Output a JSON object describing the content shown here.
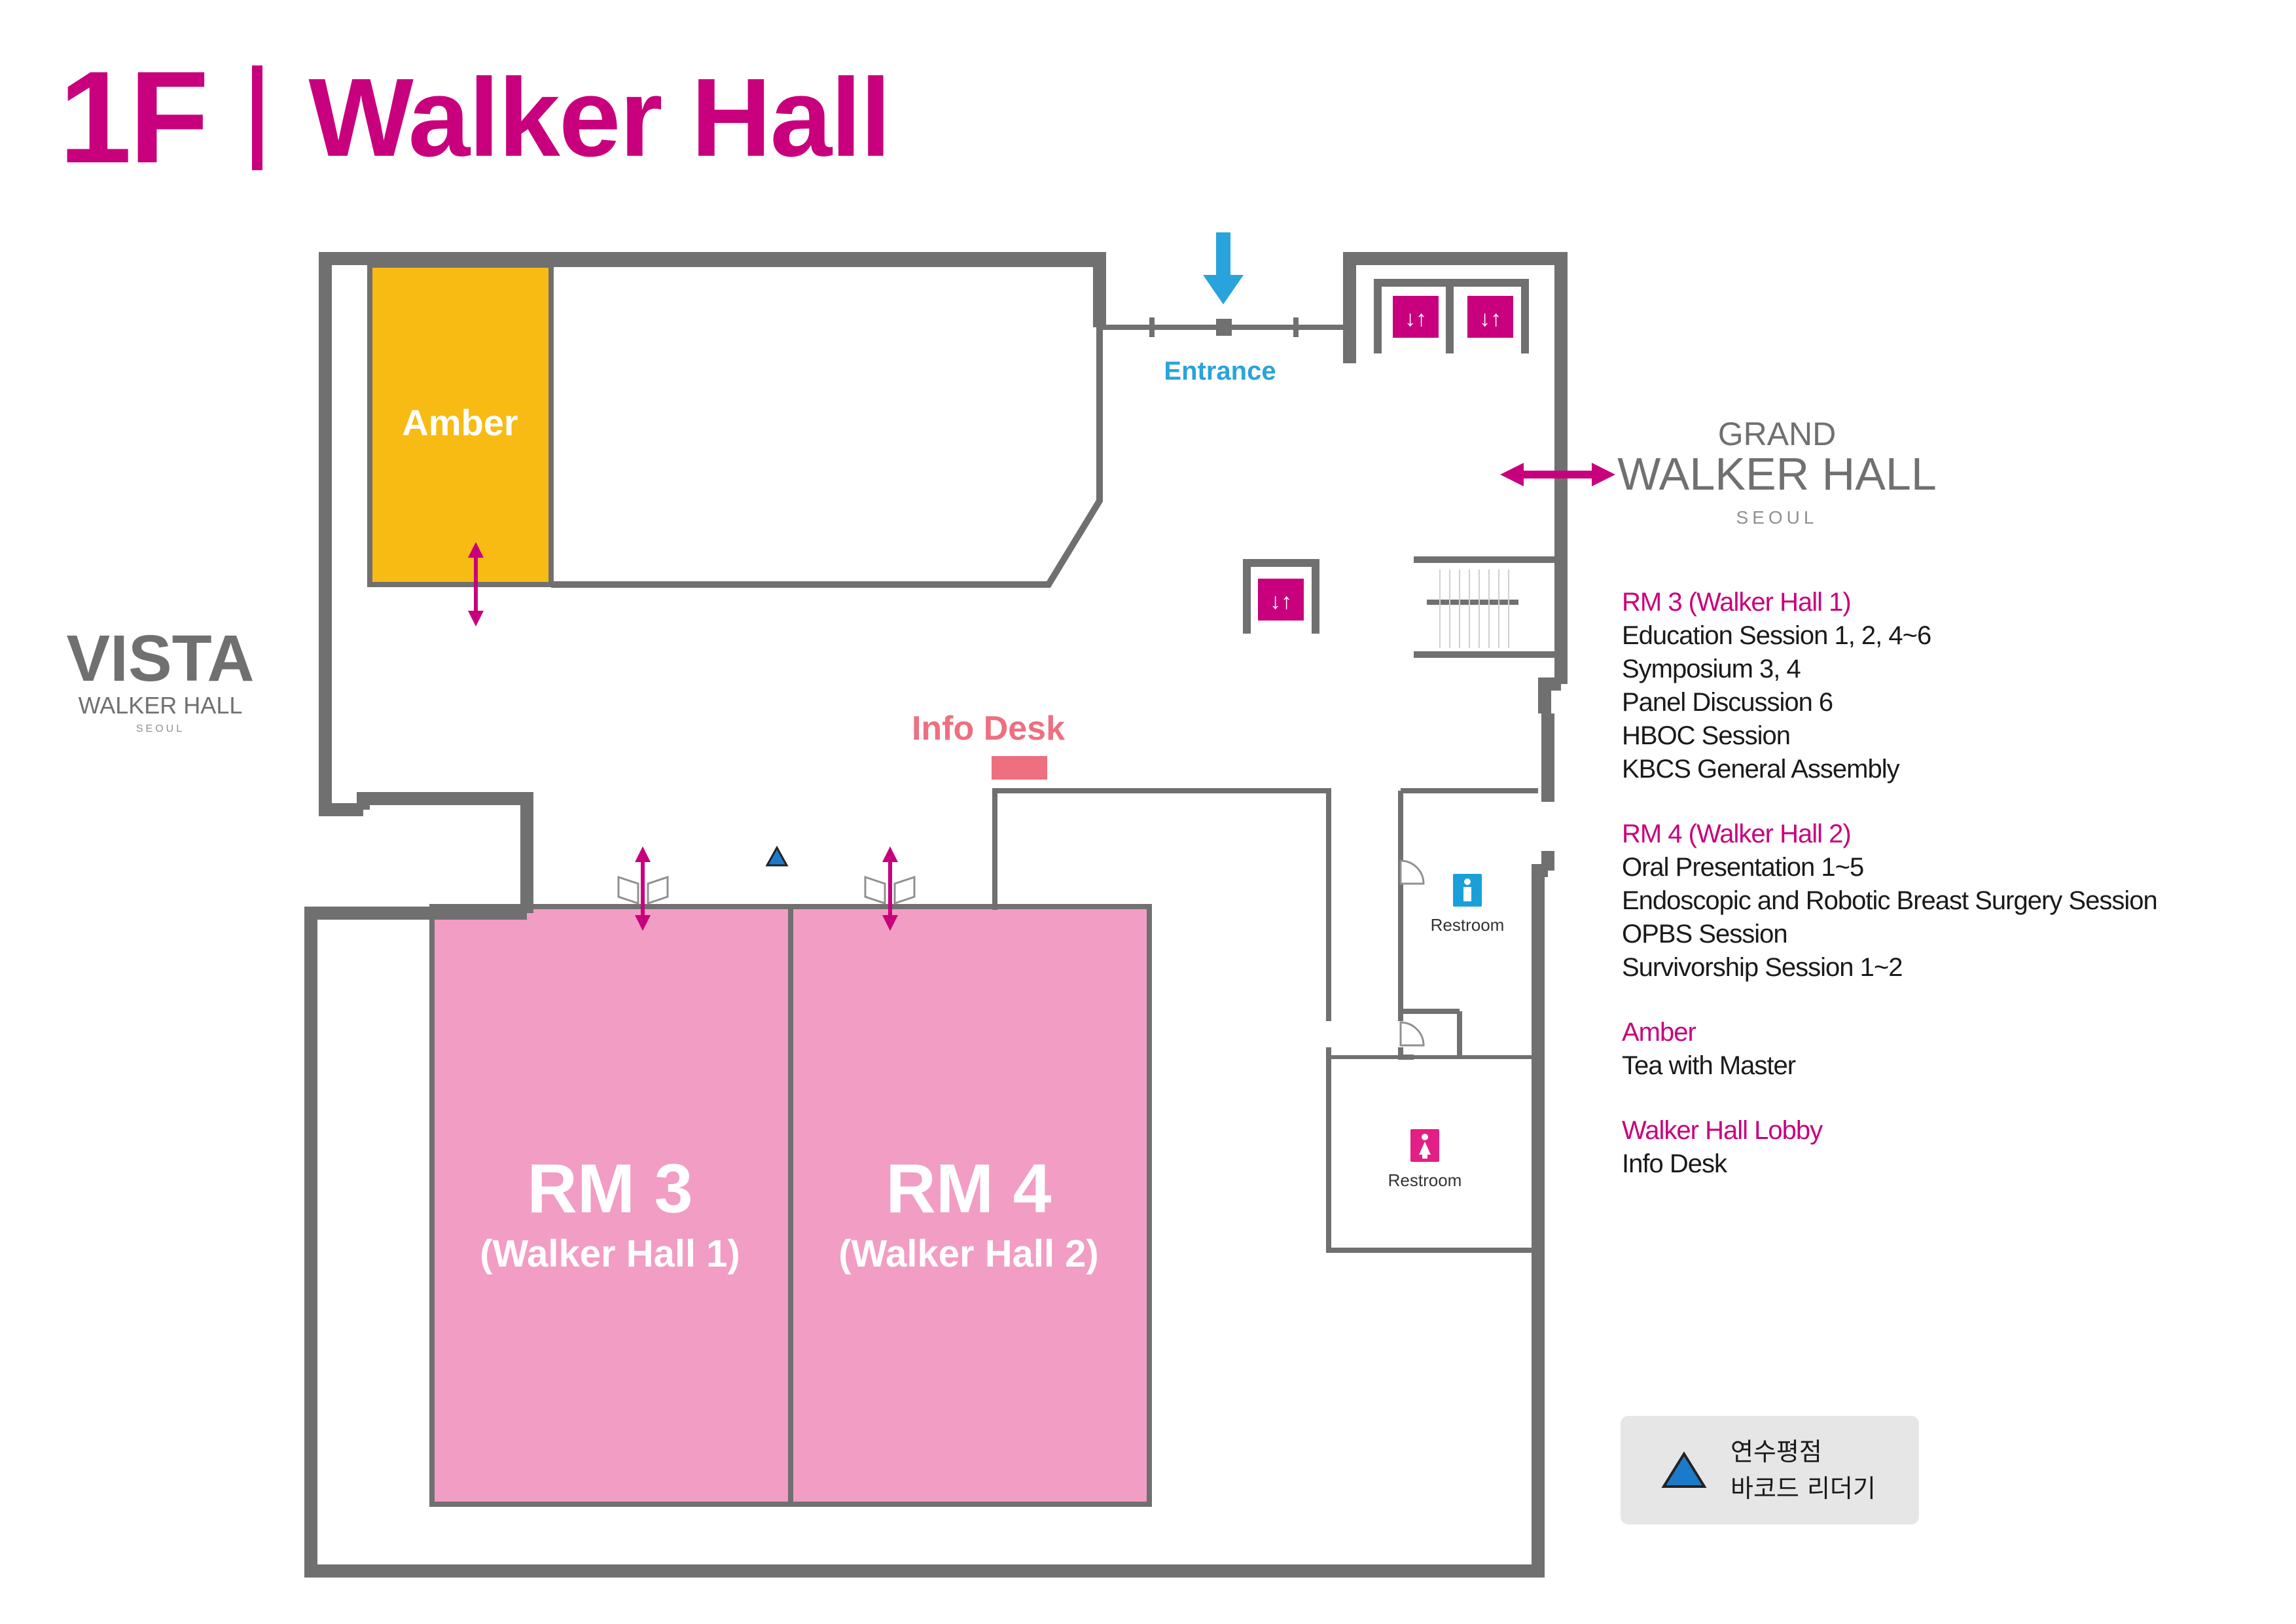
{
  "header": {
    "floor": "1F",
    "title": "Walker Hall"
  },
  "rooms": {
    "amber": {
      "label": "Amber",
      "color": "#f8bb14"
    },
    "rm3": {
      "label": "RM 3",
      "sublabel": "(Walker Hall 1)",
      "color": "#f29dc3"
    },
    "rm4": {
      "label": "RM 4",
      "sublabel": "(Walker Hall 2)",
      "color": "#f29dc3"
    }
  },
  "points": {
    "entrance": "Entrance",
    "info_desk": "Info Desk",
    "restroom_male": "Restroom",
    "restroom_female": "Restroom"
  },
  "adjacent_venues": {
    "grand": {
      "line1": "GRAND",
      "line2": "WALKER HALL",
      "line3": "SEOUL"
    },
    "vista": {
      "line1": "VISTA",
      "line2": "WALKER HALL",
      "line3": "SEOUL"
    }
  },
  "legend": [
    {
      "heading": "RM 3 (Walker Hall 1)",
      "items": [
        "Education Session 1, 2, 4~6",
        "Symposium 3, 4",
        "Panel Discussion 6",
        "HBOC Session",
        "KBCS General Assembly"
      ]
    },
    {
      "heading": "RM 4 (Walker Hall 2)",
      "items": [
        "Oral Presentation 1~5",
        "Endoscopic and Robotic Breast Surgery Session",
        "OPBS Session",
        "Survivorship Session 1~2"
      ]
    },
    {
      "heading": "Amber",
      "items": [
        "Tea with Master"
      ]
    },
    {
      "heading": "Walker Hall Lobby",
      "items": [
        "Info Desk"
      ]
    }
  ],
  "barcode": {
    "line1": "연수평점",
    "line2": "바코드 리더기"
  },
  "icons": {
    "elevator": "elevator-icon",
    "restroom_male": "male-restroom-icon",
    "restroom_female": "female-restroom-icon",
    "barcode_reader": "blue-triangle-marker"
  },
  "colors": {
    "brand": "#c8007d",
    "wall": "#707070",
    "entrance": "#29a3dc",
    "info_desk": "#ee6f7f",
    "marker": "#1b7ac9"
  }
}
